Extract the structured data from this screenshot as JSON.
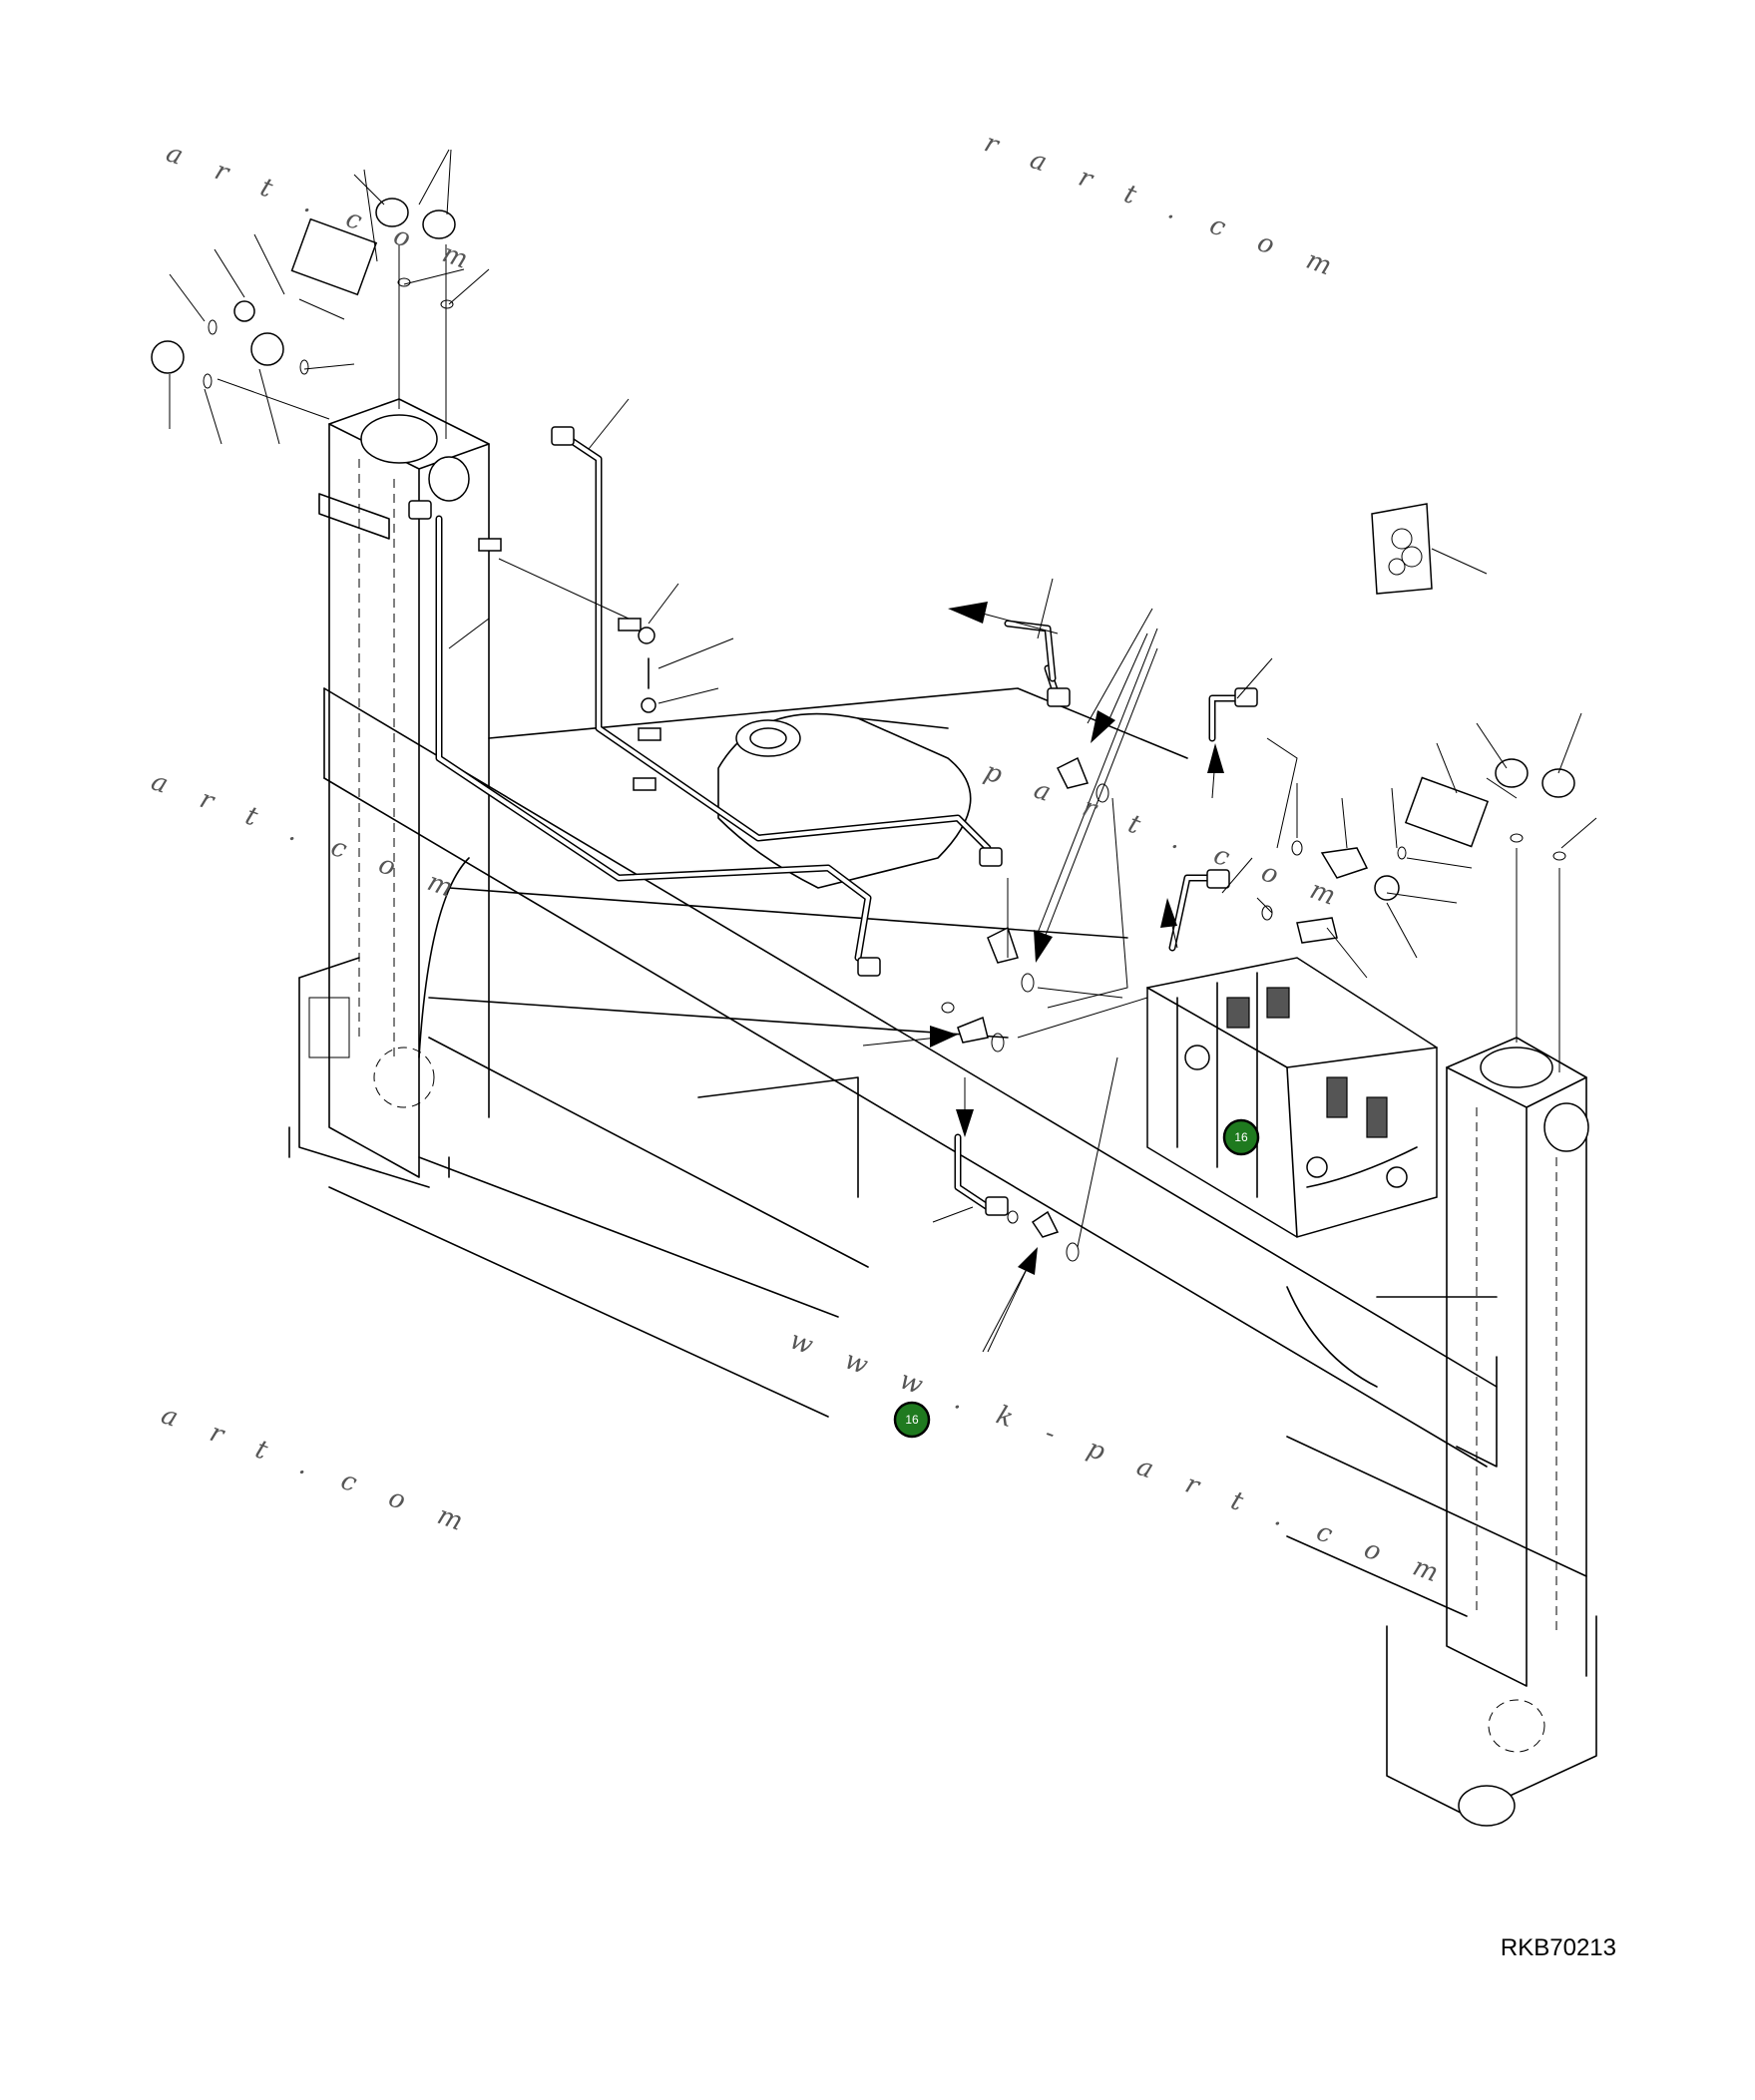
{
  "drawing": {
    "code": "RKB70213",
    "watermarks": [
      "a r t . c o m",
      "r a r t . c o m",
      "a r t . c o m",
      "p a r t . c o m",
      "w w w . k - p a r t . c o m",
      "a r t . c o m"
    ],
    "callouts": [
      {
        "label": "16",
        "color": "#1f7a1f"
      },
      {
        "label": "16",
        "color": "#1f7a1f"
      }
    ]
  }
}
